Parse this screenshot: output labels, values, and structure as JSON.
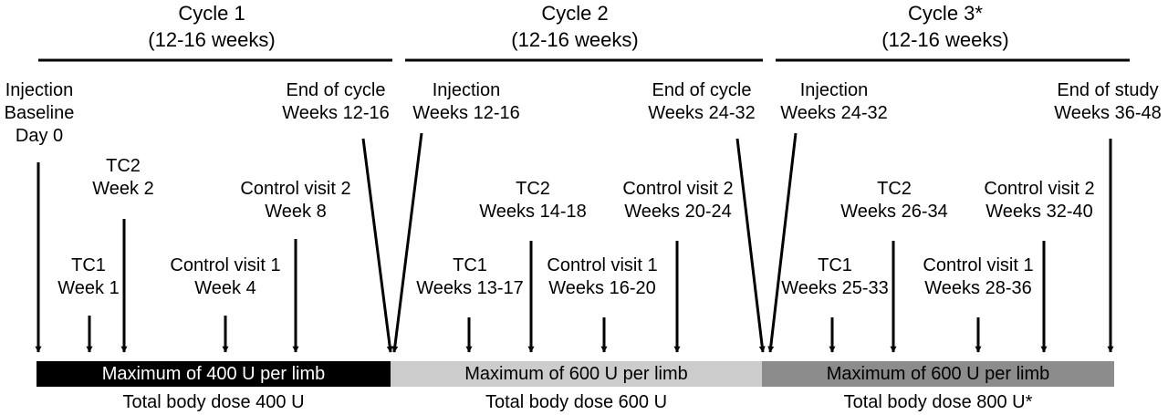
{
  "cycles": [
    {
      "title": "Cycle 1",
      "duration": "(12-16 weeks)",
      "bar_label": "Maximum of 400 U per limb",
      "bar_color": "#000000",
      "bar_text_color": "#ffffff",
      "dose": "Total body dose 400 U"
    },
    {
      "title": "Cycle 2",
      "duration": "(12-16 weeks)",
      "bar_label": "Maximum of 600 U per limb",
      "bar_color": "#cccccc",
      "bar_text_color": "#000000",
      "dose": "Total body dose 600 U"
    },
    {
      "title": "Cycle 3*",
      "duration": "(12-16 weeks)",
      "bar_label": "Maximum of 600 U per limb",
      "bar_color": "#8c8c8c",
      "bar_text_color": "#000000",
      "dose": "Total body dose 800 U*"
    }
  ],
  "events": [
    {
      "lines": [
        "Injection",
        "Baseline",
        "Day 0"
      ]
    },
    {
      "lines": [
        "TC2",
        "Week 2"
      ]
    },
    {
      "lines": [
        "TC1",
        "Week 1"
      ]
    },
    {
      "lines": [
        "Control visit 1",
        "Week 4"
      ]
    },
    {
      "lines": [
        "Control visit 2",
        "Week 8"
      ]
    },
    {
      "lines": [
        "End of cycle",
        "Weeks 12-16"
      ]
    },
    {
      "lines": [
        "Injection",
        "Weeks 12-16"
      ]
    },
    {
      "lines": [
        "TC2",
        "Weeks 14-18"
      ]
    },
    {
      "lines": [
        "TC1",
        "Weeks 13-17"
      ]
    },
    {
      "lines": [
        "Control visit 1",
        "Weeks 16-20"
      ]
    },
    {
      "lines": [
        "Control visit 2",
        "Weeks 20-24"
      ]
    },
    {
      "lines": [
        "End of cycle",
        "Weeks 24-32"
      ]
    },
    {
      "lines": [
        "Injection",
        "Weeks 24-32"
      ]
    },
    {
      "lines": [
        "TC2",
        "Weeks 26-34"
      ]
    },
    {
      "lines": [
        "TC1",
        "Weeks 25-33"
      ]
    },
    {
      "lines": [
        "Control visit 1",
        "Weeks 28-36"
      ]
    },
    {
      "lines": [
        "Control visit 2",
        "Weeks 32-40"
      ]
    },
    {
      "lines": [
        "End of study",
        "Weeks 36-48"
      ]
    }
  ]
}
